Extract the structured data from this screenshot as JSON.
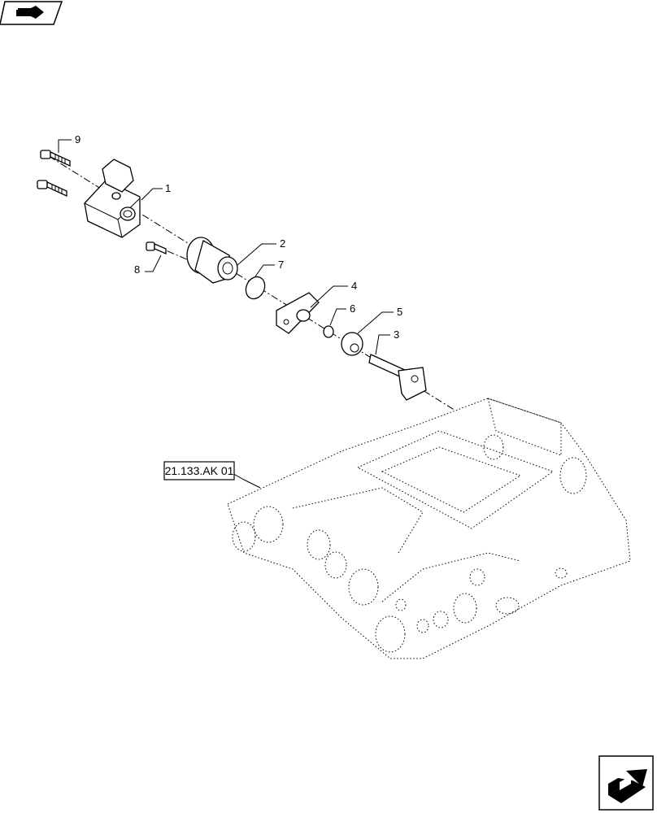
{
  "navigation": {
    "top_icon": "previous-page-arrow-icon",
    "bottom_icon": "next-page-arrow-icon"
  },
  "reference_label": "21.133.AK 01",
  "callouts": {
    "c1": "1",
    "c2": "2",
    "c3": "3",
    "c4": "4",
    "c5": "5",
    "c6": "6",
    "c7": "7",
    "c8": "8",
    "c9": "9"
  }
}
